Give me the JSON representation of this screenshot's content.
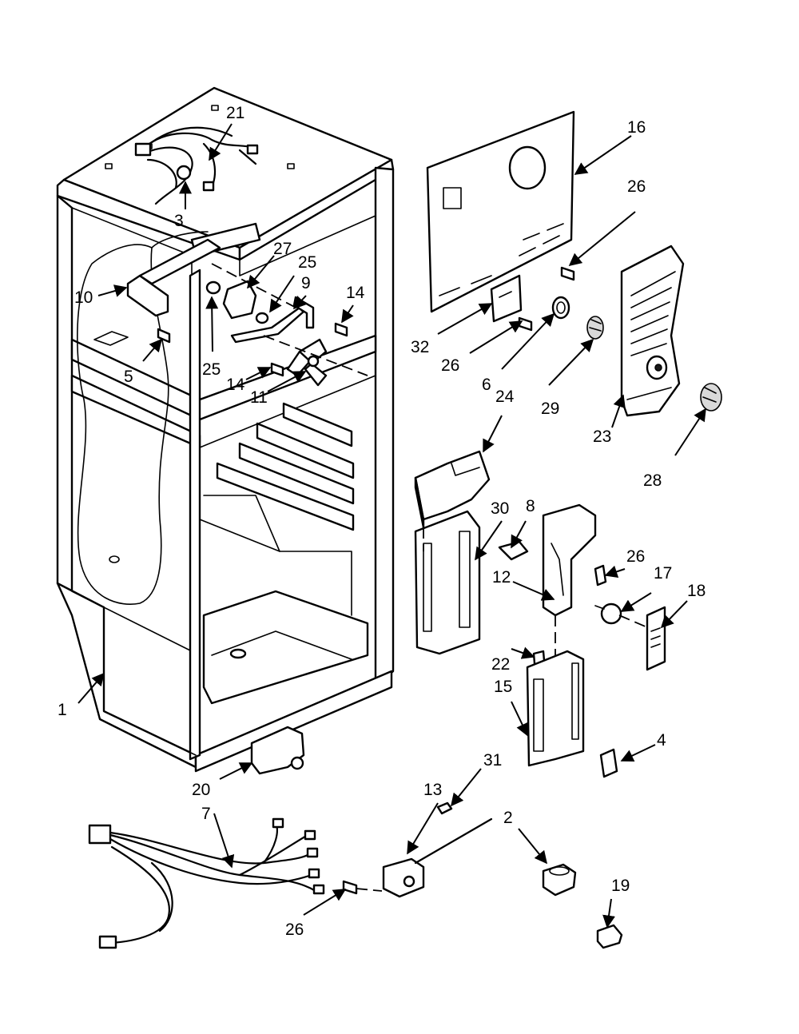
{
  "callouts": [
    {
      "id": "c1",
      "label": "1"
    },
    {
      "id": "c2",
      "label": "2"
    },
    {
      "id": "c3",
      "label": "3"
    },
    {
      "id": "c4",
      "label": "4"
    },
    {
      "id": "c5",
      "label": "5"
    },
    {
      "id": "c6",
      "label": "6"
    },
    {
      "id": "c7",
      "label": "7"
    },
    {
      "id": "c8",
      "label": "8"
    },
    {
      "id": "c9",
      "label": "9"
    },
    {
      "id": "c10",
      "label": "10"
    },
    {
      "id": "c11",
      "label": "11"
    },
    {
      "id": "c12",
      "label": "12"
    },
    {
      "id": "c13",
      "label": "13"
    },
    {
      "id": "c14a",
      "label": "14"
    },
    {
      "id": "c14b",
      "label": "14"
    },
    {
      "id": "c15",
      "label": "15"
    },
    {
      "id": "c16",
      "label": "16"
    },
    {
      "id": "c17",
      "label": "17"
    },
    {
      "id": "c18",
      "label": "18"
    },
    {
      "id": "c19",
      "label": "19"
    },
    {
      "id": "c20",
      "label": "20"
    },
    {
      "id": "c21",
      "label": "21"
    },
    {
      "id": "c22",
      "label": "22"
    },
    {
      "id": "c23",
      "label": "23"
    },
    {
      "id": "c24",
      "label": "24"
    },
    {
      "id": "c25a",
      "label": "25"
    },
    {
      "id": "c25b",
      "label": "25"
    },
    {
      "id": "c26a",
      "label": "26"
    },
    {
      "id": "c26b",
      "label": "26"
    },
    {
      "id": "c26c",
      "label": "26"
    },
    {
      "id": "c26d",
      "label": "26"
    },
    {
      "id": "c27",
      "label": "27"
    },
    {
      "id": "c28",
      "label": "28"
    },
    {
      "id": "c29",
      "label": "29"
    },
    {
      "id": "c30",
      "label": "30"
    },
    {
      "id": "c31",
      "label": "31"
    },
    {
      "id": "c32",
      "label": "32"
    }
  ]
}
